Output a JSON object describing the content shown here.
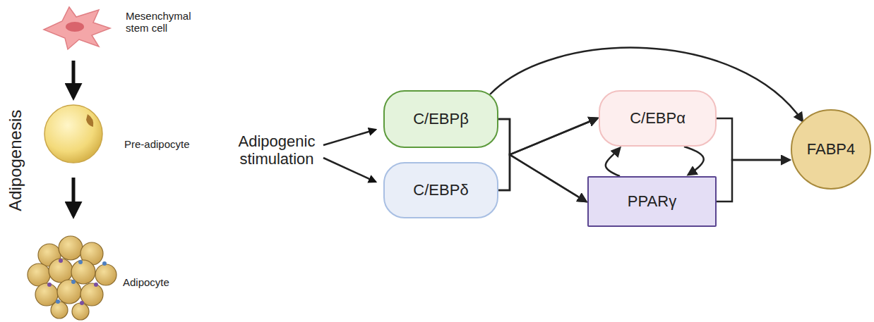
{
  "diagram": {
    "nodes": [
      {
        "text": [
          "C/EBPβ"
        ]
      },
      {
        "text": [
          "C/EBPδ"
        ]
      },
      {
        "text": [
          "C/EBPα"
        ]
      },
      {
        "text": [
          "PPARγ"
        ]
      },
      {
        "text": [
          "FABP4"
        ]
      }
    ],
    "edges": [
      {
        "from": 0,
        "to": 4,
        "arrow": "to"
      },
      {
        "from": 0,
        "to": 2,
        "arrow": "to"
      },
      {
        "from": 0,
        "to": 3,
        "arrow": "to"
      },
      {
        "from": 1,
        "to": 2,
        "arrow": "to"
      },
      {
        "from": 1,
        "to": 3,
        "arrow": "to"
      },
      {
        "from": 3,
        "to": 2,
        "arrow": "to"
      },
      {
        "from": 2,
        "to": 3,
        "arrow": "to"
      },
      {
        "from": 2,
        "to": 4,
        "arrow": "to"
      },
      {
        "from": 3,
        "to": 4,
        "arrow": "to"
      }
    ],
    "labels": [
      "Adipogenesis",
      "Mesenchymal stem cell",
      "Pre-adipocyte",
      "Adipocyte",
      "Adipogenic stimulation"
    ]
  }
}
